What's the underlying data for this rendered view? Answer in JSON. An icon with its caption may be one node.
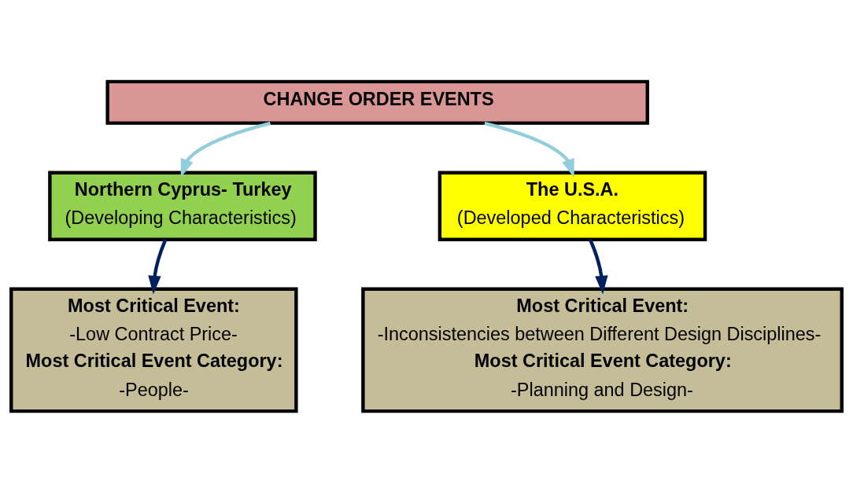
{
  "diagram": {
    "nodes": [
      {
        "text": [
          "CHANGE ORDER EVENTS"
        ]
      },
      {
        "text": [
          "Northern Cyprus- Turkey",
          "(Developing Characteristics)"
        ]
      },
      {
        "text": [
          "The U.S.A.",
          "(Developed Characteristics)"
        ]
      },
      {
        "text": [
          "Most Critical Event:",
          "-Low Contract Price-",
          "Most Critical Event Category:",
          "-People-"
        ]
      },
      {
        "text": [
          "Most Critical Event:",
          "-Inconsistencies between Different Design Disciplines-",
          "Most Critical Event Category:",
          "-Planning and Design-"
        ]
      }
    ],
    "edges": [
      {
        "from": 0,
        "to": 1,
        "arrow": "to",
        "color": "#92cddc"
      },
      {
        "from": 0,
        "to": 2,
        "arrow": "to",
        "color": "#92cddc"
      },
      {
        "from": 1,
        "to": 3,
        "arrow": "to",
        "color": "#002060"
      },
      {
        "from": 2,
        "to": 4,
        "arrow": "to",
        "color": "#002060"
      }
    ]
  }
}
